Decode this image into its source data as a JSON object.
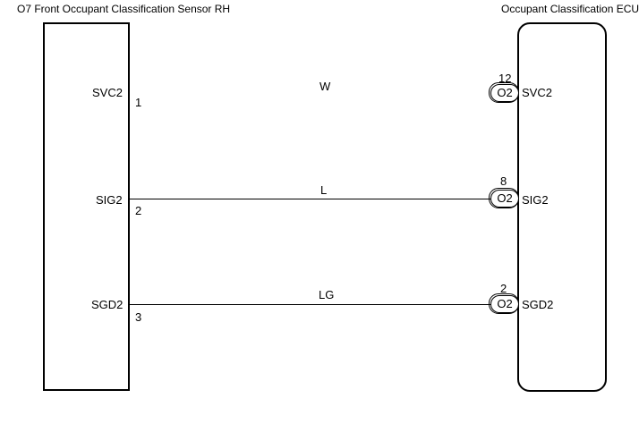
{
  "left_component": {
    "title": "O7 Front Occupant Classification Sensor RH",
    "pins": [
      {
        "name": "SVC2",
        "number": "1"
      },
      {
        "name": "SIG2",
        "number": "2"
      },
      {
        "name": "SGD2",
        "number": "3"
      }
    ]
  },
  "right_component": {
    "title": "Occupant Classification ECU",
    "pins": [
      {
        "name": "SVC2",
        "number": "12",
        "connector": "O2"
      },
      {
        "name": "SIG2",
        "number": "8",
        "connector": "O2"
      },
      {
        "name": "SGD2",
        "number": "2",
        "connector": "O2"
      }
    ]
  },
  "wires": [
    {
      "color": "W"
    },
    {
      "color": "L"
    },
    {
      "color": "LG"
    }
  ]
}
